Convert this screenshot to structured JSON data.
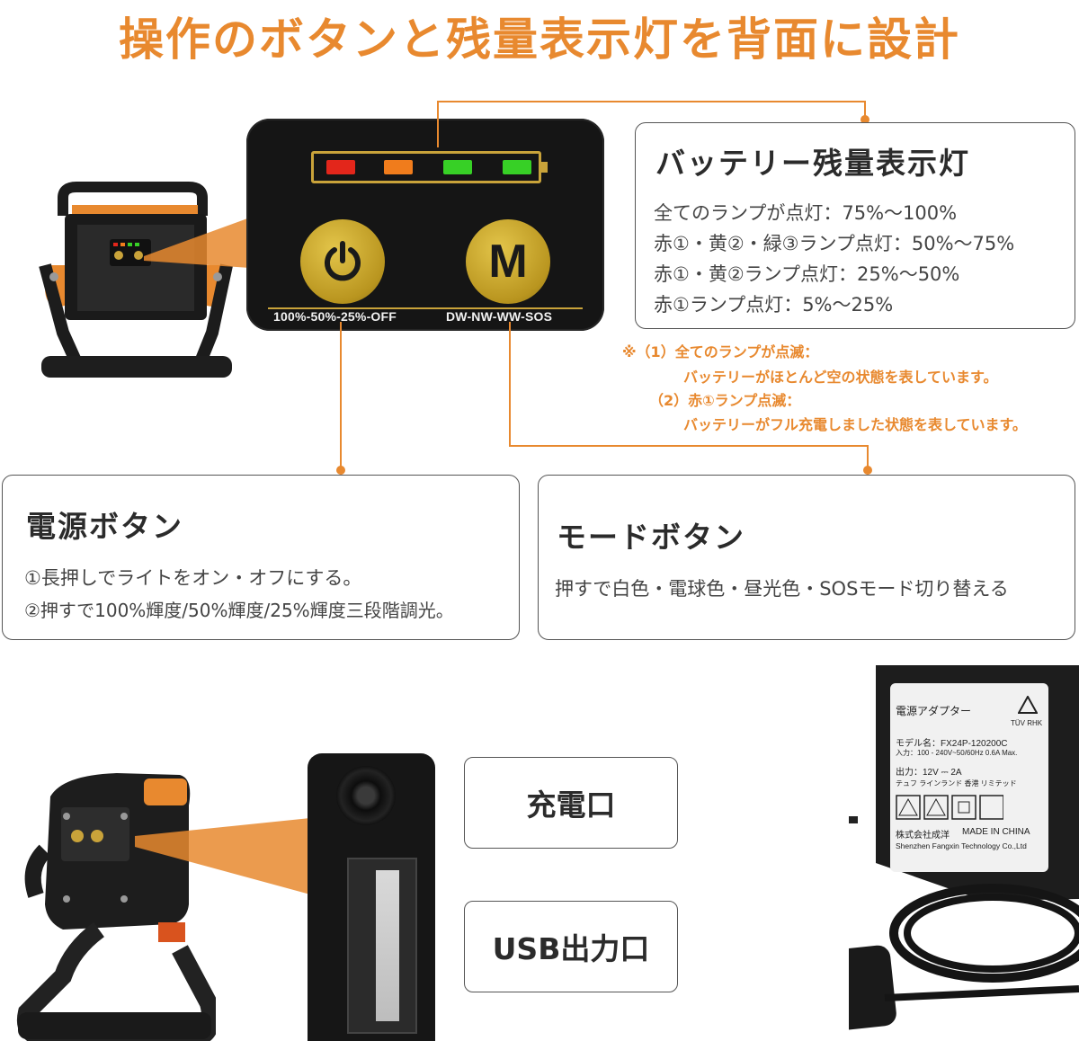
{
  "headline": "操作のボタンと残量表示灯を背面に設計",
  "panel": {
    "lamp_colors": [
      "#e3261b",
      "#f07c1c",
      "#37d026",
      "#37d026"
    ],
    "left_caption": "100%-50%-25%-OFF",
    "mode_letter": "M",
    "right_caption": "DW-NW-WW-SOS"
  },
  "battery_card": {
    "title": "バッテリー残量表示灯",
    "lines": [
      "全てのランプが点灯：75%～100%",
      "赤①・黄②・緑③ランプ点灯：50%～75%",
      "赤①・黄②ランプ点灯：25%～50%",
      "赤①ランプ点灯：5%～25%"
    ]
  },
  "notes": [
    "※（1）全てのランプが点滅：",
    "バッテリーがほとんど空の状態を表しています。",
    "（2）赤①ランプ点滅：",
    "バッテリーがフル充電しました状態を表しています。"
  ],
  "power_card": {
    "title": "電源ボタン",
    "lines": [
      "①長押しでライトをオン・オフにする。",
      "②押すで100%輝度/50%輝度/25%輝度三段階調光。"
    ]
  },
  "mode_card": {
    "title": "モードボタン",
    "lines": [
      "押すで白色・電球色・昼光色・SOSモード切り替える"
    ]
  },
  "charge_port_label": "充電口",
  "usb_port_label": "USB出力口",
  "adapter_label": {
    "title": "電源アダプター",
    "cert": "TÜV RHK",
    "model": "モデル名：FX24P-120200C",
    "input": "入力：100 - 240V~50/60Hz 0.6A Max.",
    "output": "出力：12V ⎓ 2A",
    "maker_line": "テュフ ラインランド 香港 リミテッド",
    "company": "株式会社成洋",
    "made_in": "MADE IN CHINA",
    "english_company": "Shenzhen Fangxin Technology Co.,Ltd"
  },
  "accent_color": "#e8892f"
}
